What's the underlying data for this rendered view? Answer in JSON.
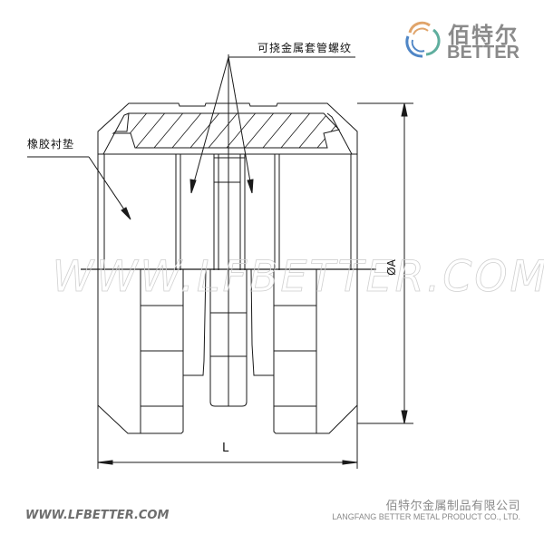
{
  "logo": {
    "name_cn": "佰特尔",
    "name_en": "BETTER",
    "ring_colors": [
      "#e0a46a",
      "#4f86c6",
      "#5fae9e"
    ]
  },
  "labels": {
    "thread_insert": "可挠金属套管螺纹",
    "rubber_liner": "橡胶衬垫"
  },
  "dimensions": {
    "length": "L",
    "diameter": "ØA"
  },
  "watermark": "WWW.LFBETTER.COM",
  "footer": {
    "url": "WWW.LFBETTER.COM",
    "company_cn": "佰特尔金属制品有限公司",
    "company_en": "LANGFANG BETTER METAL PRODUCT CO., LTD."
  },
  "colors": {
    "line": "#1a1a1a",
    "watermark": "#d0d0d0",
    "footer_text": "#8a8a8a"
  }
}
